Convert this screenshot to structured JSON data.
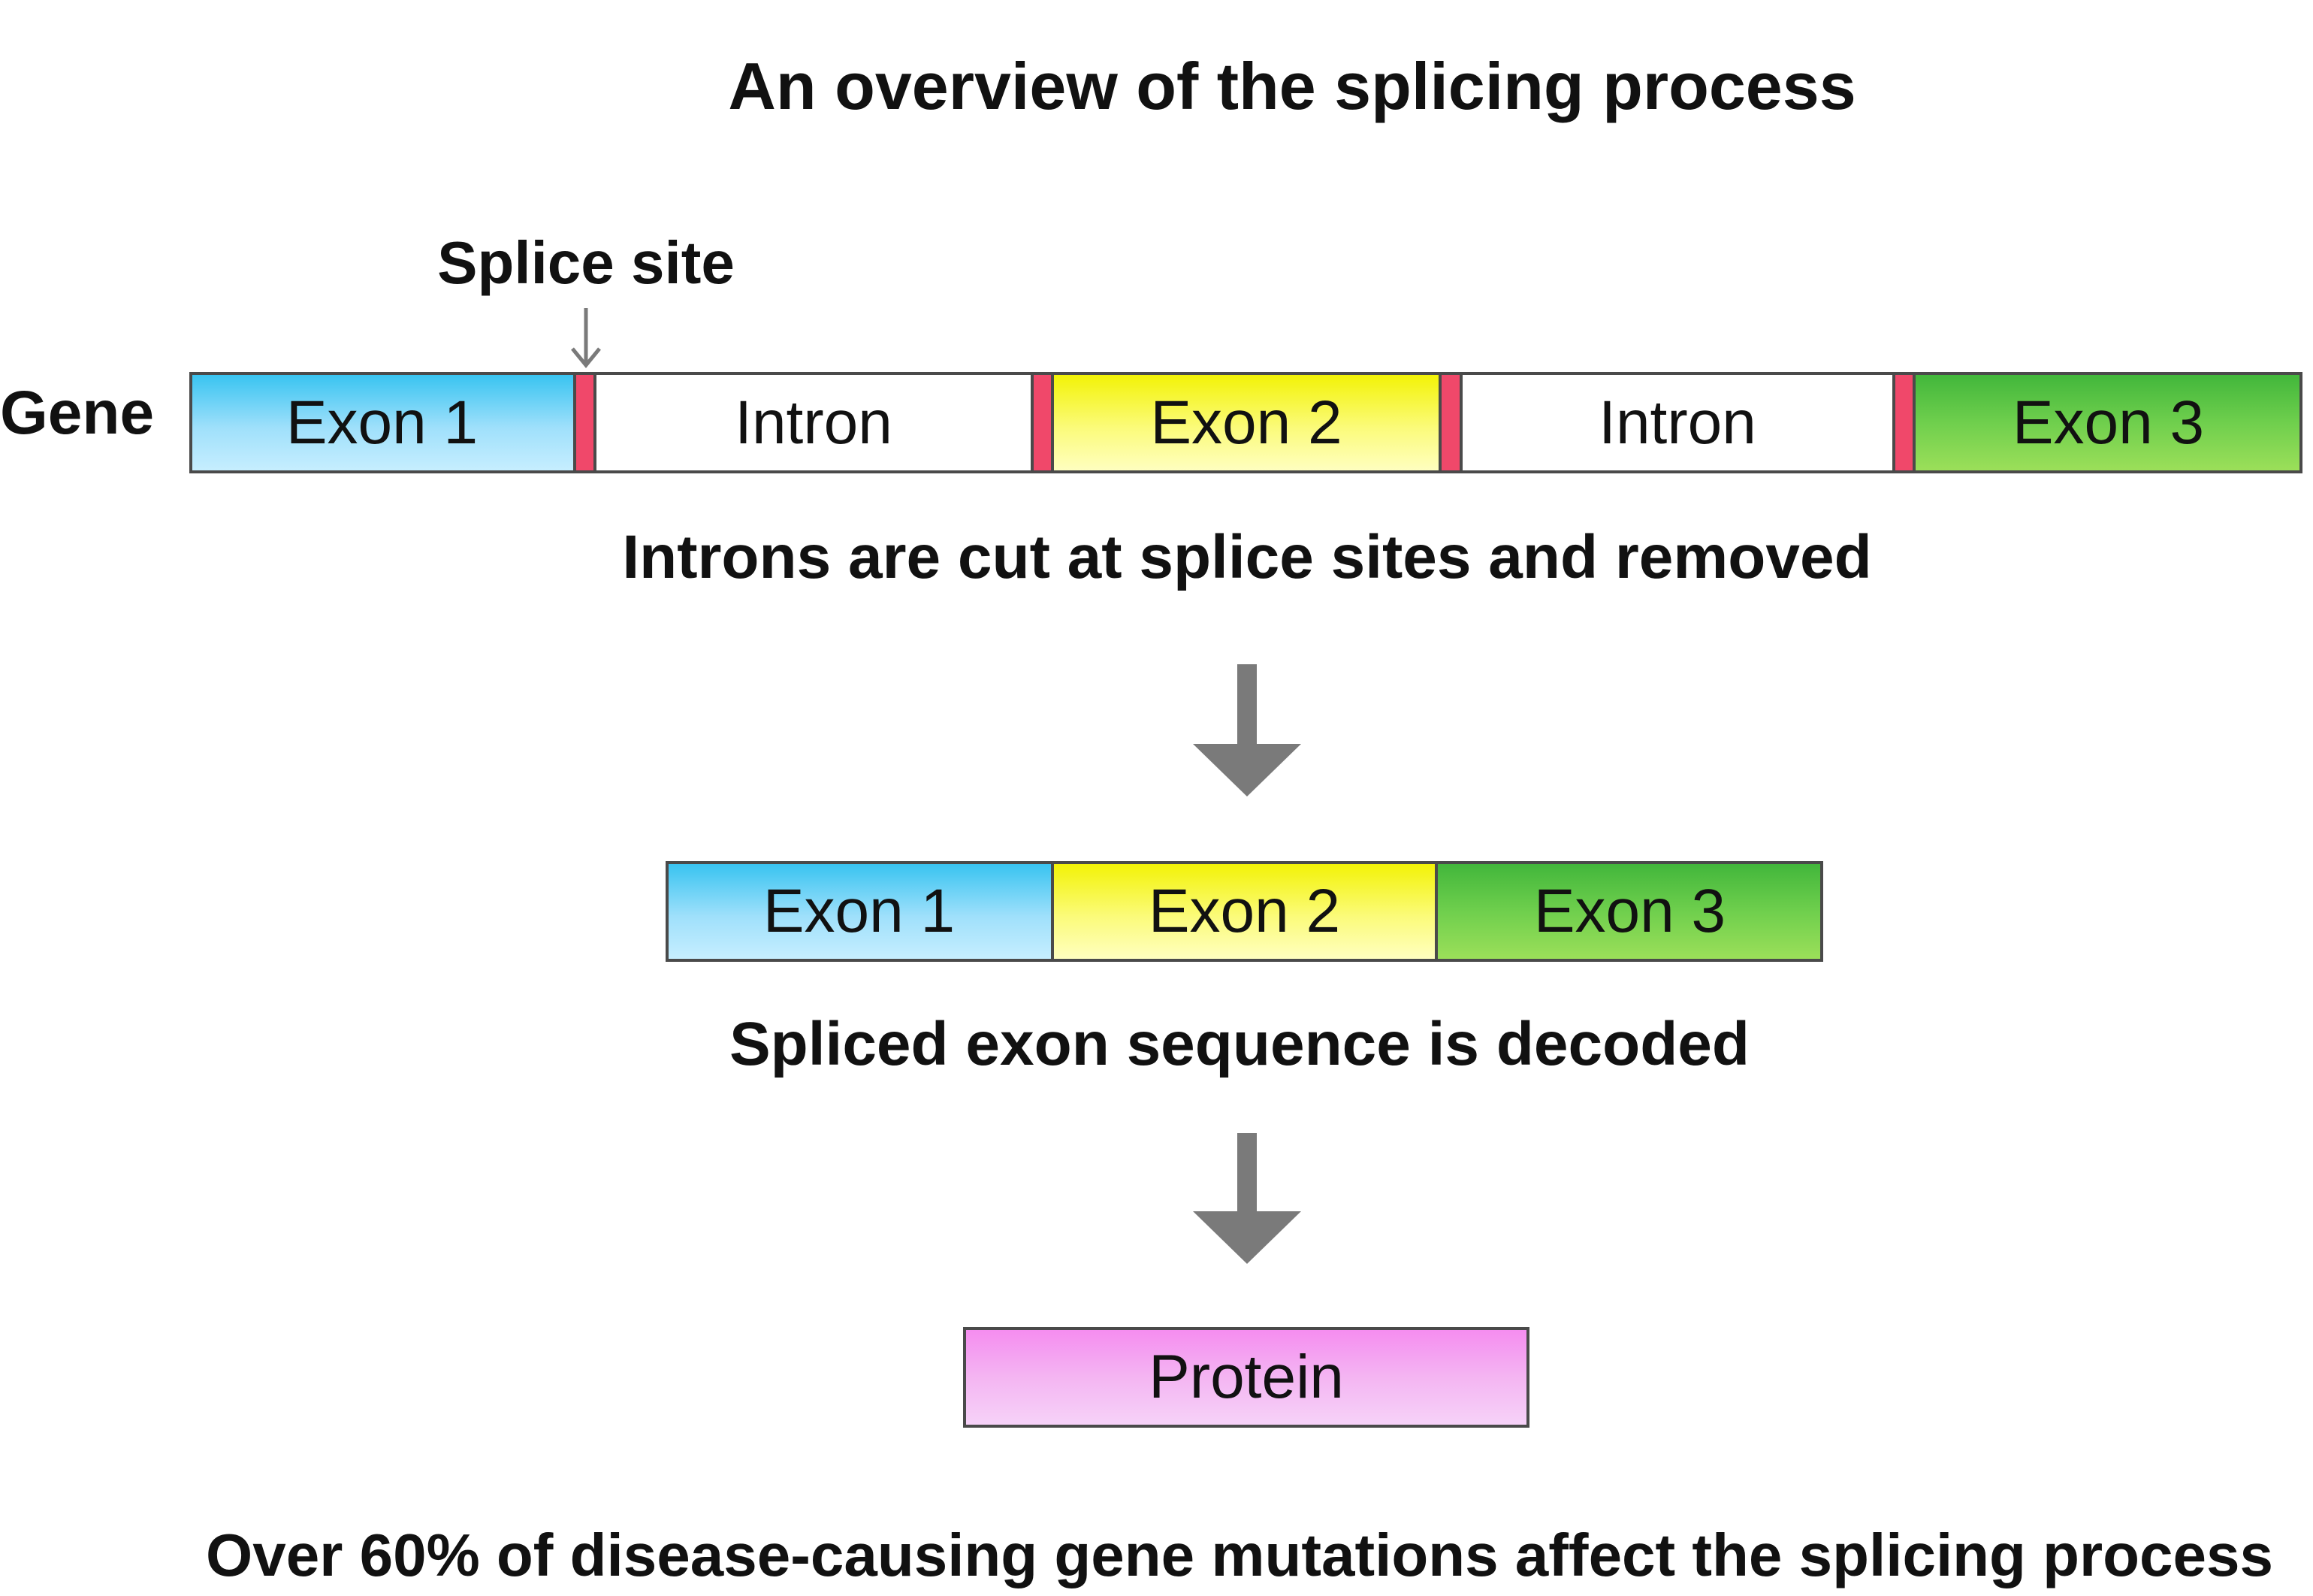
{
  "title": "An overview of the splicing process",
  "splice_site_label": "Splice site",
  "gene_label": "Gene",
  "gene_segments": [
    {
      "type": "exon",
      "label": "Exon 1"
    },
    {
      "type": "splice-site",
      "label": ""
    },
    {
      "type": "intron",
      "label": "Intron"
    },
    {
      "type": "splice-site",
      "label": ""
    },
    {
      "type": "exon",
      "label": "Exon 2"
    },
    {
      "type": "splice-site",
      "label": ""
    },
    {
      "type": "intron",
      "label": "Intron"
    },
    {
      "type": "splice-site",
      "label": ""
    },
    {
      "type": "exon",
      "label": "Exon 3"
    }
  ],
  "step1_caption": "Introns are cut at splice sites and removed",
  "spliced_segments": [
    {
      "type": "exon",
      "label": "Exon 1"
    },
    {
      "type": "exon",
      "label": "Exon 2"
    },
    {
      "type": "exon",
      "label": "Exon 3"
    }
  ],
  "step2_caption": "Spliced exon sequence is decoded",
  "protein_label": "Protein",
  "footer": "Over 60% of disease-causing gene mutations affect the splicing process",
  "colors": {
    "exon1": "#5fcdf5",
    "exon2": "#f7f73a",
    "exon3": "#6fcf4d",
    "splice_site": "#f0486a",
    "protein": "#f4b5f2",
    "arrow": "#7a7a7a",
    "outline": "#4a4a4a"
  }
}
